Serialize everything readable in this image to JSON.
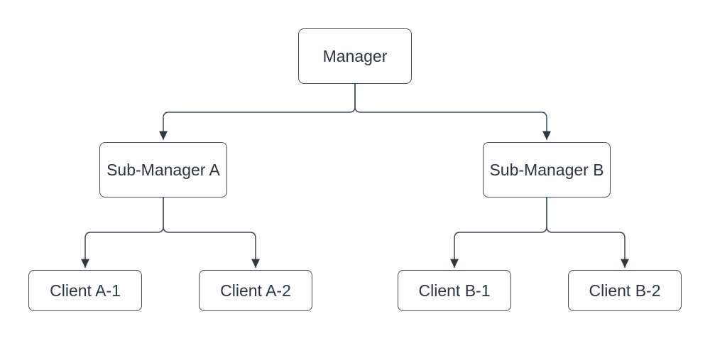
{
  "diagram": {
    "kind": "org-chart",
    "background_color": "#ffffff",
    "line_color": "#3f4854",
    "arrowhead_color": "#2e3540",
    "node_border_color": "#434b58",
    "node_fill_color": "#ffffff",
    "text_color": "#2c3441",
    "nodes": {
      "manager": {
        "label": "Manager"
      },
      "sub_a": {
        "label": "Sub-Manager A"
      },
      "sub_b": {
        "label": "Sub-Manager B"
      },
      "client_a1": {
        "label": "Client A-1"
      },
      "client_a2": {
        "label": "Client A-2"
      },
      "client_b1": {
        "label": "Client B-1"
      },
      "client_b2": {
        "label": "Client B-2"
      }
    },
    "edges": [
      {
        "from": "Manager",
        "to": "Sub-Manager A"
      },
      {
        "from": "Manager",
        "to": "Sub-Manager B"
      },
      {
        "from": "Sub-Manager A",
        "to": "Client A-1"
      },
      {
        "from": "Sub-Manager A",
        "to": "Client A-2"
      },
      {
        "from": "Sub-Manager B",
        "to": "Client B-1"
      },
      {
        "from": "Sub-Manager B",
        "to": "Client B-2"
      }
    ]
  }
}
